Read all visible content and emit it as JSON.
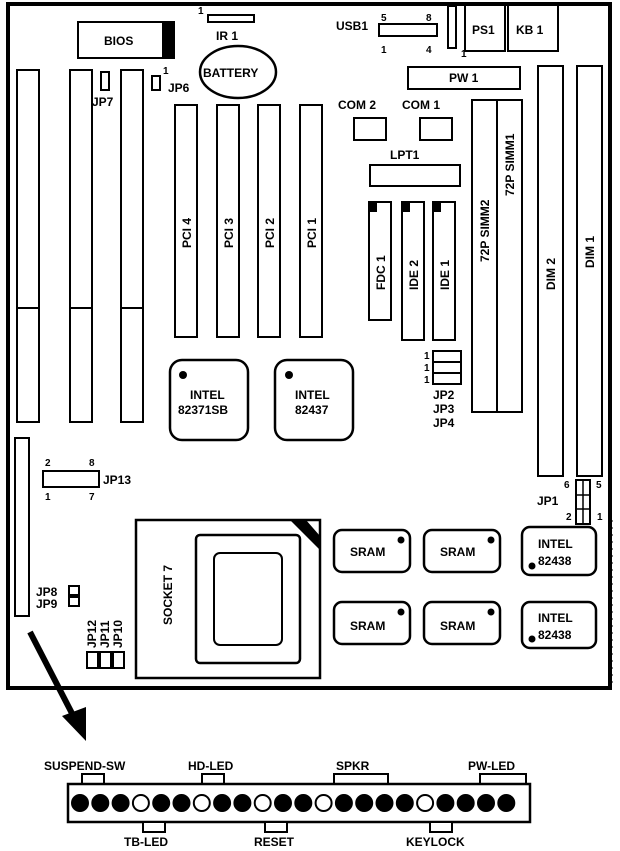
{
  "components": {
    "bios": "BIOS",
    "ir": "IR 1",
    "battery": "BATTERY",
    "usb": "USB1",
    "ps": "PS1",
    "kb": "KB 1",
    "pw": "PW 1",
    "com2": "COM 2",
    "com1": "COM 1",
    "lpt": "LPT1",
    "pci4": "PCI 4",
    "pci3": "PCI 3",
    "pci2": "PCI 2",
    "pci1": "PCI 1",
    "fdc": "FDC 1",
    "ide2": "IDE 2",
    "ide1": "IDE 1",
    "simm2": "72P SIMM2",
    "simm1": "72P SIMM1",
    "dim2": "DIM 2",
    "dim1": "DIM 1",
    "intel1_l1": "INTEL",
    "intel1_l2": "82371SB",
    "intel2_l1": "INTEL",
    "intel2_l2": "82437",
    "intel3_l1": "INTEL",
    "intel3_l2": "82438",
    "intel4_l1": "INTEL",
    "intel4_l2": "82438",
    "socket": "SOCKET 7",
    "sram": "SRAM"
  },
  "jumpers": {
    "jp7": "JP7",
    "jp6": "JP6",
    "jp13": "JP13",
    "jp2": "JP2",
    "jp3": "JP3",
    "jp4": "JP4",
    "jp1": "JP1",
    "jp8": "JP8",
    "jp9": "JP9",
    "jp12": "JP12",
    "jp11": "JP11",
    "jp10": "JP10"
  },
  "pins": {
    "one": "1",
    "two": "2",
    "four": "4",
    "five": "5",
    "six": "6",
    "seven": "7",
    "eight": "8"
  },
  "connector": {
    "suspend": "SUSPEND-SW",
    "hdled": "HD-LED",
    "spkr": "SPKR",
    "pwled": "PW-LED",
    "tbled": "TB-LED",
    "reset": "RESET",
    "keylock": "KEYLOCK",
    "pin_pattern": [
      1,
      1,
      1,
      0,
      1,
      1,
      0,
      1,
      1,
      0,
      1,
      1,
      0,
      1,
      1,
      1,
      1,
      0,
      1,
      1,
      1,
      1
    ]
  }
}
